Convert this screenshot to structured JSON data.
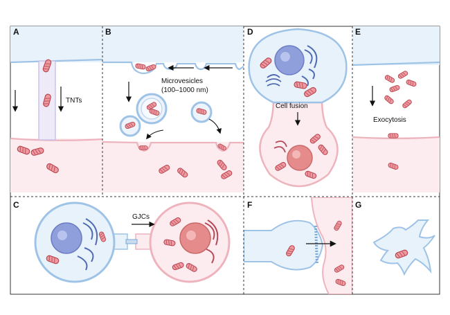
{
  "panels": {
    "a": {
      "label": "A",
      "annotation": "TNTs"
    },
    "b": {
      "label": "B",
      "annotation_line1": "Microvesicles",
      "annotation_line2": "(100–1000 nm)"
    },
    "c": {
      "label": "C",
      "annotation": "GJCs"
    },
    "d": {
      "label": "D",
      "annotation": "Cell fusion"
    },
    "e": {
      "label": "E",
      "annotation": "Exocytosis"
    },
    "f": {
      "label": "F"
    },
    "g": {
      "label": "G"
    }
  },
  "colors": {
    "donor_fill": "#e8f2fb",
    "donor_stroke": "#9ec3e6",
    "recipient_fill": "#fdecef",
    "recipient_stroke": "#eeb4bd",
    "mito_fill": "#ee9aa2",
    "mito_stroke": "#b8464f",
    "nucleus_blue": "#8f9fdc",
    "nucleus_pink": "#e58b8b",
    "er_blue": "#4f6ab2",
    "er_pink": "#b44a58",
    "divider": "#333333"
  }
}
